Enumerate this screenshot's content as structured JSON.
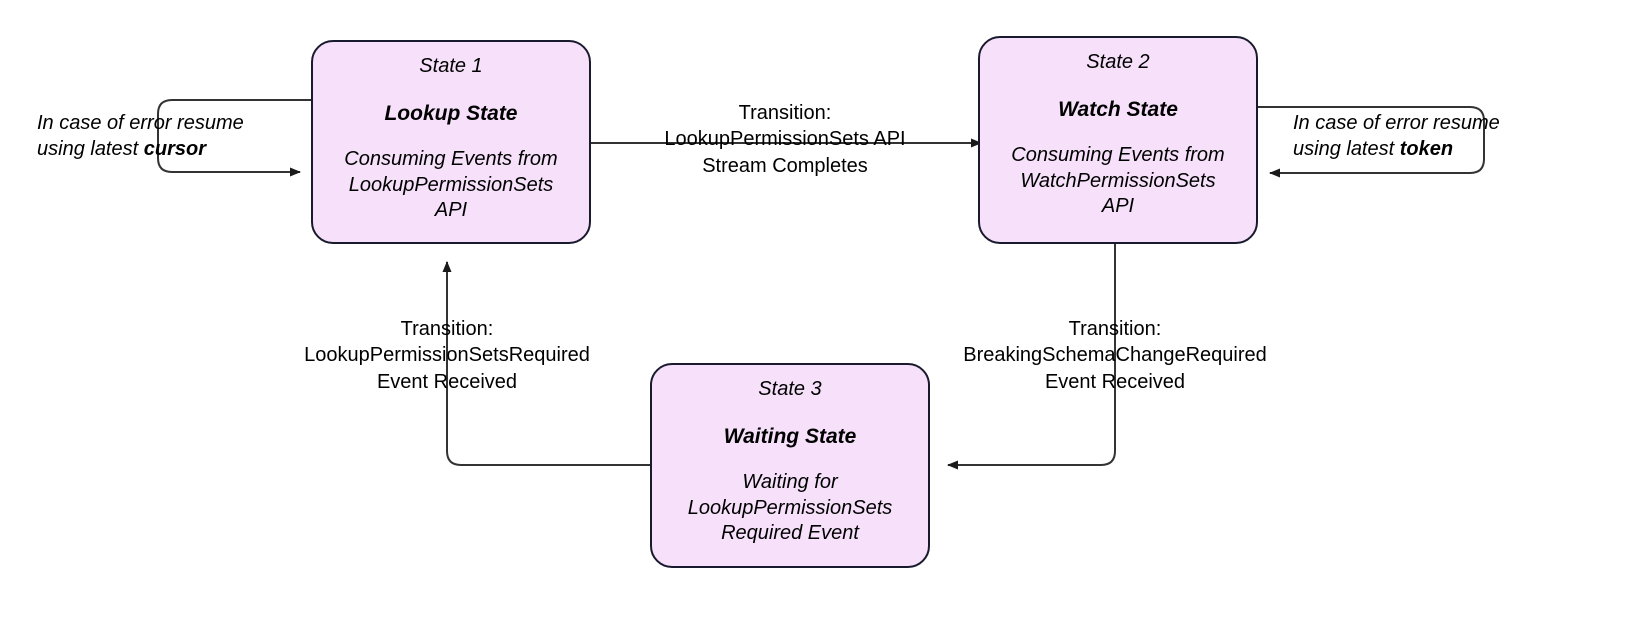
{
  "diagram": {
    "type": "state-machine",
    "title": "Permission Sets event consumption state machine",
    "colors": {
      "state_fill": "#f6e0fa",
      "state_border": "#1a1a2e",
      "edge_stroke": "#333333",
      "text": "#000000",
      "background": "#ffffff"
    },
    "states": [
      {
        "id": "state1",
        "index_label": "State 1",
        "title": "Lookup State",
        "description": "Consuming Events from\nLookupPermissionSets\nAPI"
      },
      {
        "id": "state2",
        "index_label": "State 2",
        "title": "Watch State",
        "description": "Consuming Events from\nWatchPermissionSets\nAPI"
      },
      {
        "id": "state3",
        "index_label": "State 3",
        "title": "Waiting State",
        "description": "Waiting for\nLookupPermissionSets\nRequired Event"
      }
    ],
    "transitions": [
      {
        "id": "t1",
        "from": "state1",
        "to": "state2",
        "label": "Transition:\nLookupPermissionSets API\nStream Completes"
      },
      {
        "id": "t2",
        "from": "state2",
        "to": "state3",
        "label": "Transition:\nBreakingSchemaChangeRequired\nEvent Received"
      },
      {
        "id": "t3",
        "from": "state3",
        "to": "state1",
        "label": "Transition:\nLookupPermissionSetsRequired\nEvent Received"
      }
    ],
    "self_loops": [
      {
        "id": "loop-left",
        "on": "state1",
        "text_line1": "In case of error resume",
        "text_line2_prefix": "using latest ",
        "text_line2_bold": "cursor"
      },
      {
        "id": "loop-right",
        "on": "state2",
        "text_line1": "In case of error resume",
        "text_line2_prefix": "using latest ",
        "text_line2_bold": "token"
      }
    ]
  }
}
